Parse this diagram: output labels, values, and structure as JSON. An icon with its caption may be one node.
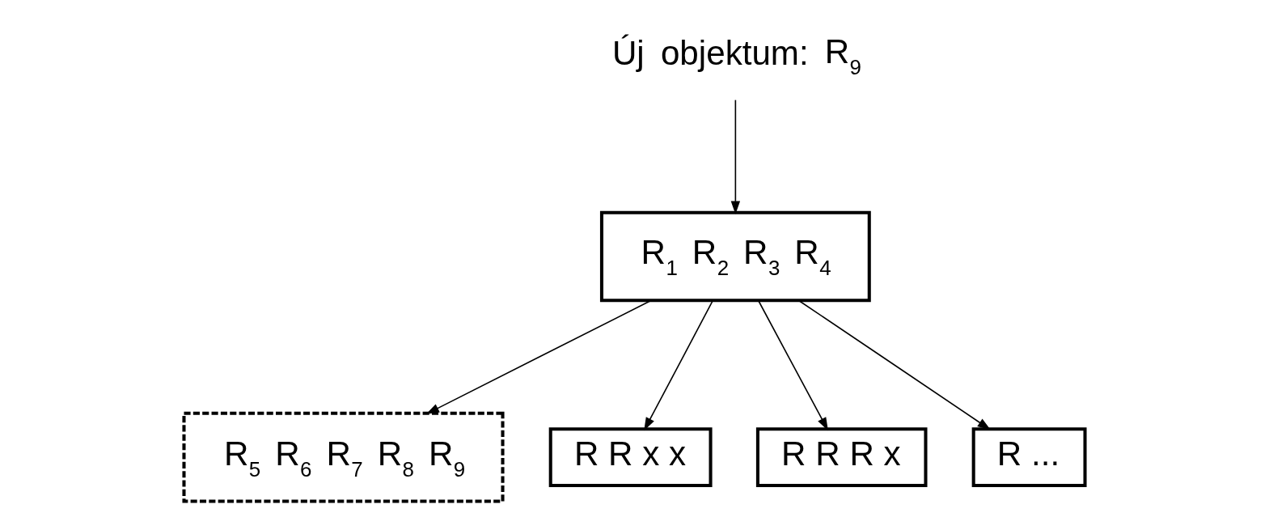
{
  "diagram": {
    "nodes": [
      {
        "text": [
          "Új objektum: R$_{9}$"
        ]
      },
      {
        "text": [
          "R$_{1}$ R$_{2}$ R$_{3}$ R$_{4}$"
        ]
      },
      {
        "text": [
          "R$_{5}$ R$_{6}$ R$_{7}$ R$_{8}$ R$_{9}$"
        ]
      },
      {
        "text": [
          "R R x x"
        ]
      },
      {
        "text": [
          "R R R x"
        ]
      },
      {
        "text": [
          "R ..."
        ]
      }
    ],
    "edges": [
      {
        "from": 0,
        "to": 1,
        "arrow": "to"
      },
      {
        "from": 1,
        "to": 2,
        "arrow": "to"
      },
      {
        "from": 1,
        "to": 3,
        "arrow": "to"
      },
      {
        "from": 1,
        "to": 4,
        "arrow": "to"
      },
      {
        "from": 1,
        "to": 5,
        "arrow": "to"
      }
    ]
  }
}
